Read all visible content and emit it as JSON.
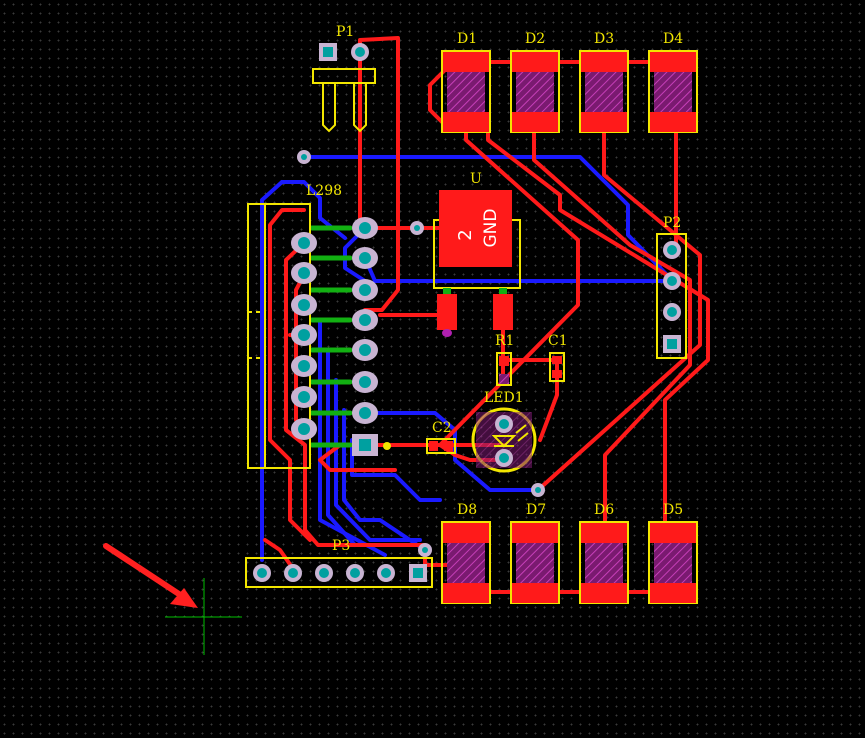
{
  "board": {
    "colors": {
      "background": "#000000",
      "top_copper": "#ff1a1a",
      "bottom_copper": "#1a1aff",
      "silkscreen": "#f2e600",
      "pad_ring": "#c8b4d2",
      "pad_hole": "#00a0a0",
      "cursor": "#00c000",
      "arrow": "#ff2020"
    }
  },
  "labels": {
    "p1": "P1",
    "p2": "P2",
    "p3": "P3",
    "l298": "L298",
    "u": "U",
    "u_pin": "2",
    "u_net": "GND",
    "r1": "R1",
    "c1": "C1",
    "c2": "C2",
    "led1": "LED1",
    "d1": "D1",
    "d2": "D2",
    "d3": "D3",
    "d4": "D4",
    "d5": "D5",
    "d6": "D6",
    "d7": "D7",
    "d8": "D8"
  },
  "icons": [
    "arrow-pointer-icon",
    "crosshair-cursor-icon"
  ]
}
